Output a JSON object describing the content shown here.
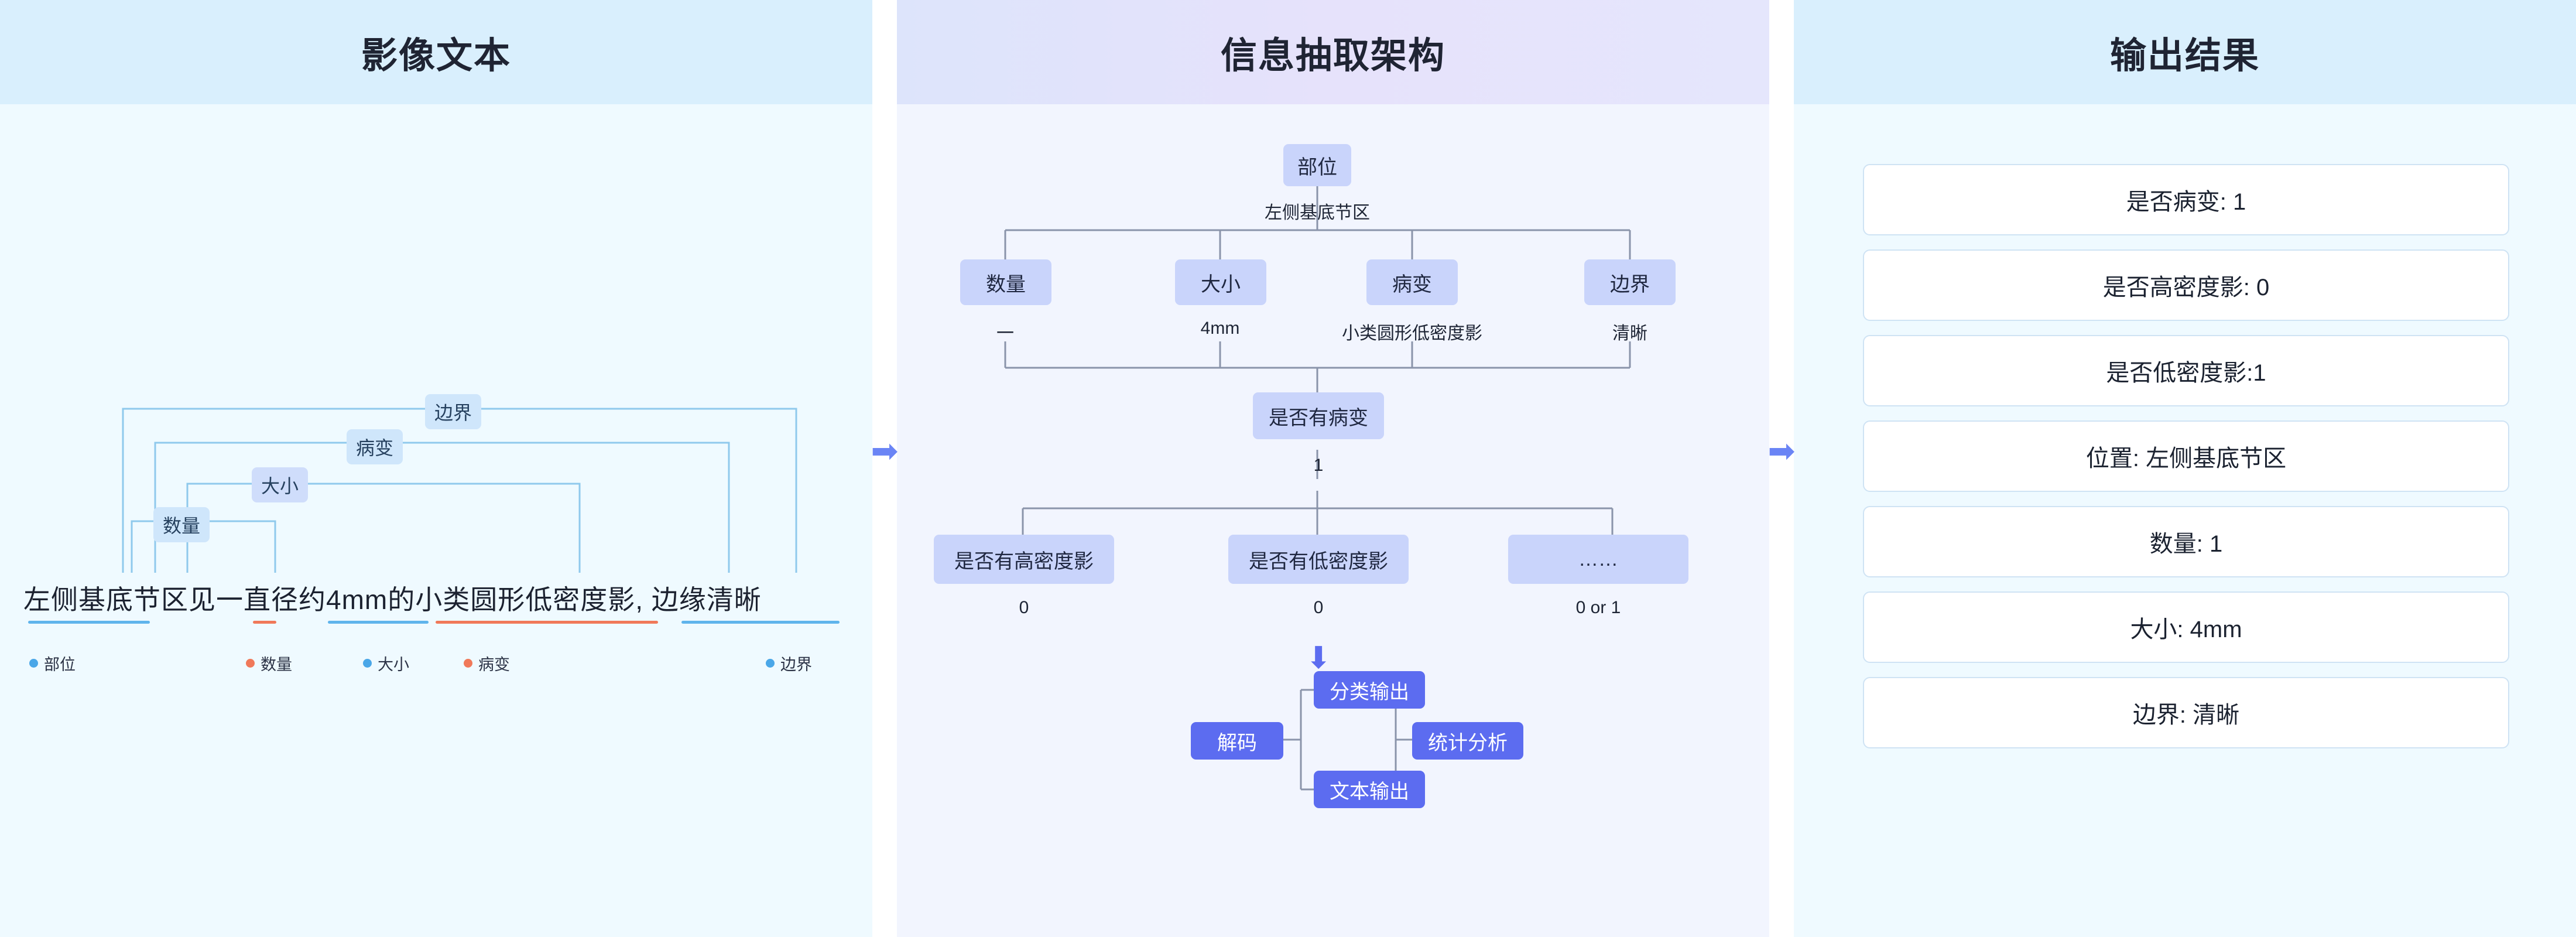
{
  "panels": {
    "left": {
      "title": "影像文本"
    },
    "middle": {
      "title": "信息抽取架构"
    },
    "right": {
      "title": "输出结果"
    }
  },
  "arrows": {
    "glyph": "➡"
  },
  "left_panel": {
    "mind_tags": [
      {
        "label": "边界",
        "key": "bianjie"
      },
      {
        "label": "病变",
        "key": "bingbian"
      },
      {
        "label": "大小",
        "key": "daxiao"
      },
      {
        "label": "数量",
        "key": "shuliang"
      }
    ],
    "sentence": "左侧基底节区见一直径约4mm的小类圆形低密度影, 边缘清晰",
    "legend": [
      {
        "label": "部位",
        "color": "#4aa7e8"
      },
      {
        "label": "数量",
        "color": "#f0795a"
      },
      {
        "label": "大小",
        "color": "#4aa7e8"
      },
      {
        "label": "病变",
        "color": "#f0795a"
      },
      {
        "label": "边界",
        "color": "#4aa7e8"
      }
    ],
    "underline_colors": {
      "buwei": "#5fb4ec",
      "shuliang": "#f0795a",
      "daxiao": "#5fb4ec",
      "bingbian": "#f0795a",
      "bianjie": "#5fb4ec"
    }
  },
  "middle_panel": {
    "root": {
      "label": "部位",
      "value": "左侧基底节区"
    },
    "attributes": [
      {
        "label": "数量",
        "value": "一"
      },
      {
        "label": "大小",
        "value": "4mm"
      },
      {
        "label": "病变",
        "value": "小类圆形低密度影"
      },
      {
        "label": "边界",
        "value": "清晰"
      }
    ],
    "lesion": {
      "label": "是否有病变",
      "value": "1"
    },
    "lesion_children": [
      {
        "label": "是否有高密度影",
        "value": "0"
      },
      {
        "label": "是否有低密度影",
        "value": "0"
      },
      {
        "label": "……",
        "value": "0 or 1"
      }
    ],
    "down_arrow": "⬇",
    "outputs": {
      "decoder": "解码",
      "classification": "分类输出",
      "text": "文本输出",
      "stats": "统计分析"
    }
  },
  "right_panel": {
    "results": [
      "是否病变: 1",
      "是否高密度影: 0",
      "是否低密度影:1",
      "位置: 左侧基底节区",
      "数量: 1",
      "大小: 4mm",
      "边界: 清晰"
    ]
  }
}
